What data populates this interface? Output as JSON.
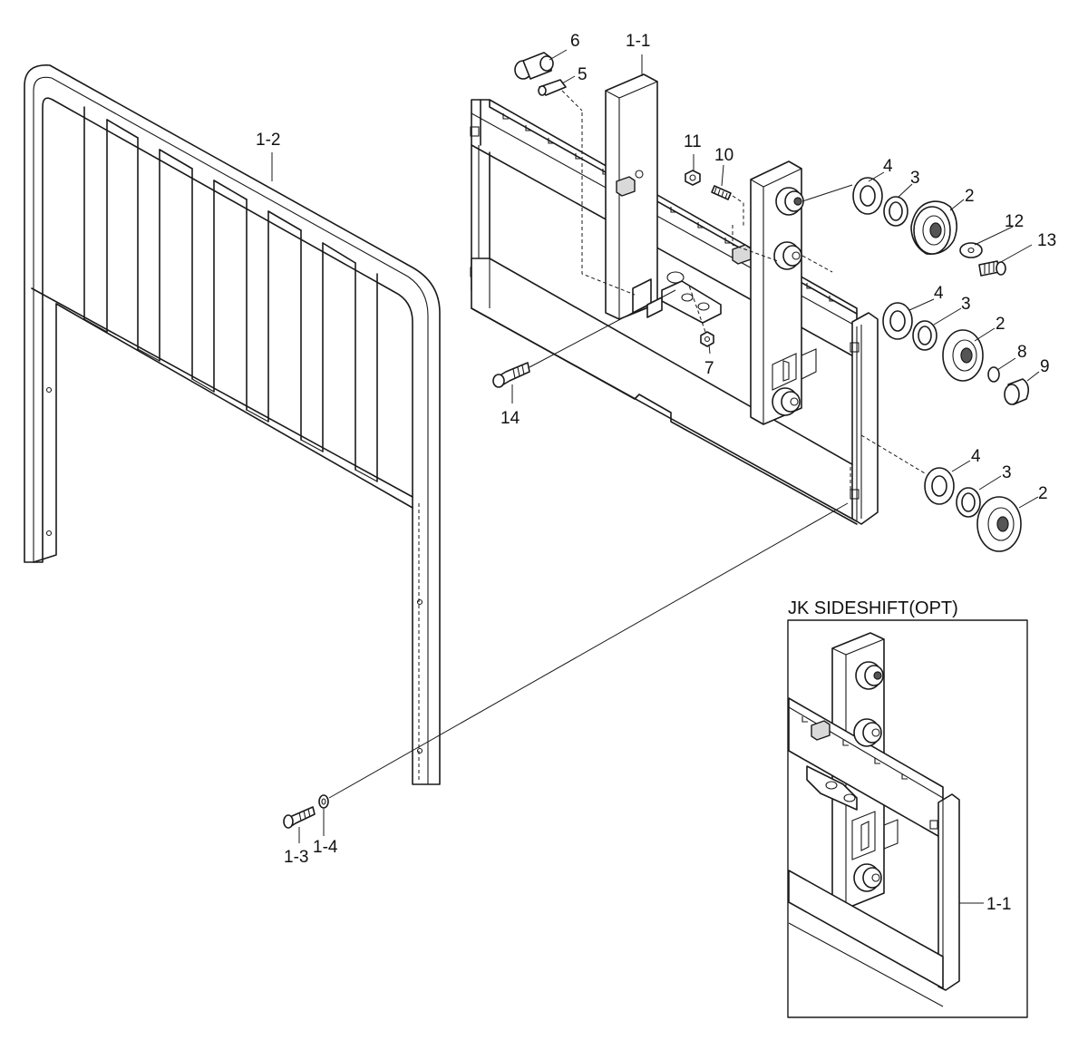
{
  "inset": {
    "title": "JK SIDESHIFT(OPT)",
    "label": "1-1"
  },
  "labels": {
    "p6": "6",
    "p5": "5",
    "p1_1": "1-1",
    "p1_2": "1-2",
    "p11": "11",
    "p10": "10",
    "p4a": "4",
    "p3a": "3",
    "p2a": "2",
    "p12": "12",
    "p13": "13",
    "p4b": "4",
    "p3b": "3",
    "p2b": "2",
    "p8": "8",
    "p9": "9",
    "p7": "7",
    "p14": "14",
    "p4c": "4",
    "p3c": "3",
    "p2c": "2",
    "p1_3": "1-3",
    "p1_4": "1-4"
  }
}
